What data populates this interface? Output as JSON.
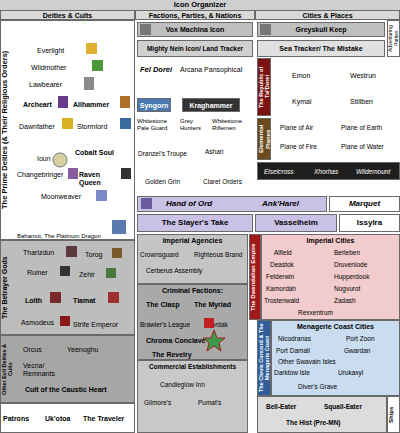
{
  "diagram": {
    "title": "Icon Organizer",
    "nodes": [
      {
        "text": [
          "Deities & Cults"
        ]
      },
      {
        "text": [
          "Factions, Parties, & Nations"
        ]
      },
      {
        "text": [
          "Cities & Places"
        ]
      },
      {
        "text": [
          "The Prime Deities (& Their Religious Orders)",
          "Everlight",
          "Wildmother",
          "Lawbearer",
          "Archeart",
          "Allhammer",
          "Dawnfather",
          "Stormlord",
          "Ioun",
          "Cobalt Soul",
          "Changebringer",
          "Raven Queen",
          "Moonweaver",
          "Bahamut, The Platinum Dragon"
        ]
      },
      {
        "text": [
          "The Betrayer Gods",
          "Tharizdun",
          "Torog",
          "Ruiner",
          "Zehir",
          "Lolth",
          "Tiamat",
          "Asmodeus",
          "Strife Emperor"
        ]
      },
      {
        "text": [
          "Other Evil Deities & Cults",
          "Orcus",
          "Yeenoghu",
          "Vecna/ Remnants",
          "Cult of the Caustic Heart"
        ]
      },
      {
        "text": [
          "Patrons",
          "Uk'otoa",
          "The Traveler"
        ]
      },
      {
        "text": [
          "Vox Machina Icon"
        ]
      },
      {
        "text": [
          "Mighty Nein Icon/ Land Tracker"
        ]
      },
      {
        "text": [
          "Greyskull Keep"
        ]
      },
      {
        "text": [
          "Sea Tracker/ The Mistake"
        ]
      },
      {
        "text": [
          "Adventuring Parties"
        ]
      },
      {
        "text": [
          "Syngorn"
        ]
      },
      {
        "text": [
          "Kraghammer"
        ]
      },
      {
        "text": [
          "The Republic of Tal'Dorei"
        ]
      },
      {
        "text": [
          "Elemental Planes"
        ]
      },
      {
        "text": [
          "Eiselcross",
          "Xhorhas",
          "Wildemount"
        ]
      },
      {
        "text": [
          "Hand of Ord",
          "Ank'Harel"
        ]
      },
      {
        "text": [
          "Marquet"
        ]
      },
      {
        "text": [
          "The Slayer's Take"
        ]
      },
      {
        "text": [
          "Vasselheim"
        ]
      },
      {
        "text": [
          "Issylra"
        ]
      },
      {
        "text": [
          "Imperial Agencies",
          "Crownsguard",
          "Righteous Brand",
          "Cerberus Assembly"
        ]
      },
      {
        "text": [
          "Criminal Factions:",
          "The Clasp",
          "The Myriad",
          "Brawler's League",
          "Thordak",
          "Chroma Conclave",
          "The Revelry"
        ]
      },
      {
        "text": [
          "Commercial Establishments",
          "Candleglow Inn",
          "Gilmore's",
          "Pumat's"
        ]
      },
      {
        "text": [
          "The Dwendalian Empire"
        ]
      },
      {
        "text": [
          "Imperial Cities",
          "Alfield",
          "Berleben",
          "Deastok",
          "Druvenlode",
          "Felderwin",
          "Hupperdook",
          "Kamordah",
          "Nogvurot",
          "Trostenwald",
          "Zadash",
          "Rexxentrum"
        ]
      },
      {
        "text": [
          "The Clovis Concord & The Menagerie Coast"
        ]
      },
      {
        "text": [
          "Menagerie Coast Cities",
          "Nicodranas",
          "Port Zoon",
          "Port Damali",
          "Gwardan",
          "Other Swavain Isles",
          "Darktow Isle",
          "Urukaxyl",
          "Diver's Grave"
        ]
      },
      {
        "text": [
          "Bell-Eater",
          "Squall-Eater",
          "The Hist (Pre-MN)"
        ]
      },
      {
        "text": [
          "Ships"
        ]
      }
    ],
    "labels": [
      "Fel Dorei",
      "Arcana Pansophical",
      "Whitestone Pale Guard",
      "Grey Hunters",
      "Whitestone Riflemen",
      "Dranzel's Troupe",
      "Ashari",
      "Golden Grin",
      "Claret Orders",
      "Emon",
      "Westrun",
      "Kymal",
      "Stillben",
      "Plane of Air",
      "Plane of Earth",
      "Plane of Fire",
      "Plane of Water"
    ]
  }
}
